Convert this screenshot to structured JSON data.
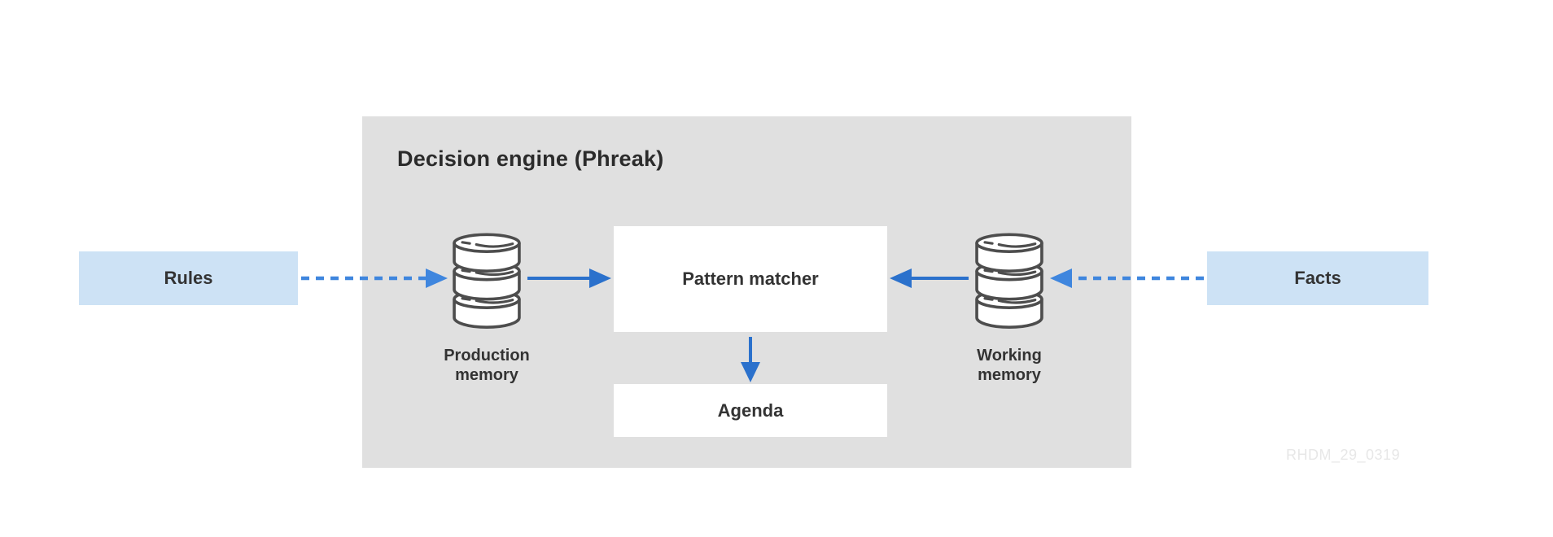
{
  "diagram": {
    "title": "Decision engine (Phreak)",
    "watermark": "RHDM_29_0319",
    "nodes": {
      "rules": {
        "label": "Rules"
      },
      "facts": {
        "label": "Facts"
      },
      "production_memory": {
        "label": "Production memory",
        "icon": "database-icon"
      },
      "working_memory": {
        "label": "Working memory",
        "icon": "database-icon"
      },
      "pattern_matcher": {
        "label": "Pattern matcher"
      },
      "agenda": {
        "label": "Agenda"
      }
    },
    "edges": [
      {
        "from": "rules",
        "to": "production_memory",
        "style": "dashed"
      },
      {
        "from": "production_memory",
        "to": "pattern_matcher",
        "style": "solid"
      },
      {
        "from": "facts",
        "to": "working_memory",
        "style": "dashed"
      },
      {
        "from": "working_memory",
        "to": "pattern_matcher",
        "style": "solid"
      },
      {
        "from": "pattern_matcher",
        "to": "agenda",
        "style": "solid"
      }
    ],
    "colors": {
      "panel_bg": "#e0e0e0",
      "node_blue_bg": "#cde2f5",
      "node_white_bg": "#ffffff",
      "arrow_solid": "#2b71cc",
      "arrow_dashed": "#3f86de",
      "icon_outline": "#4d4d4d",
      "text": "#333333",
      "title_text": "#2b2b2b",
      "watermark_text": "#e7e7e7"
    }
  }
}
